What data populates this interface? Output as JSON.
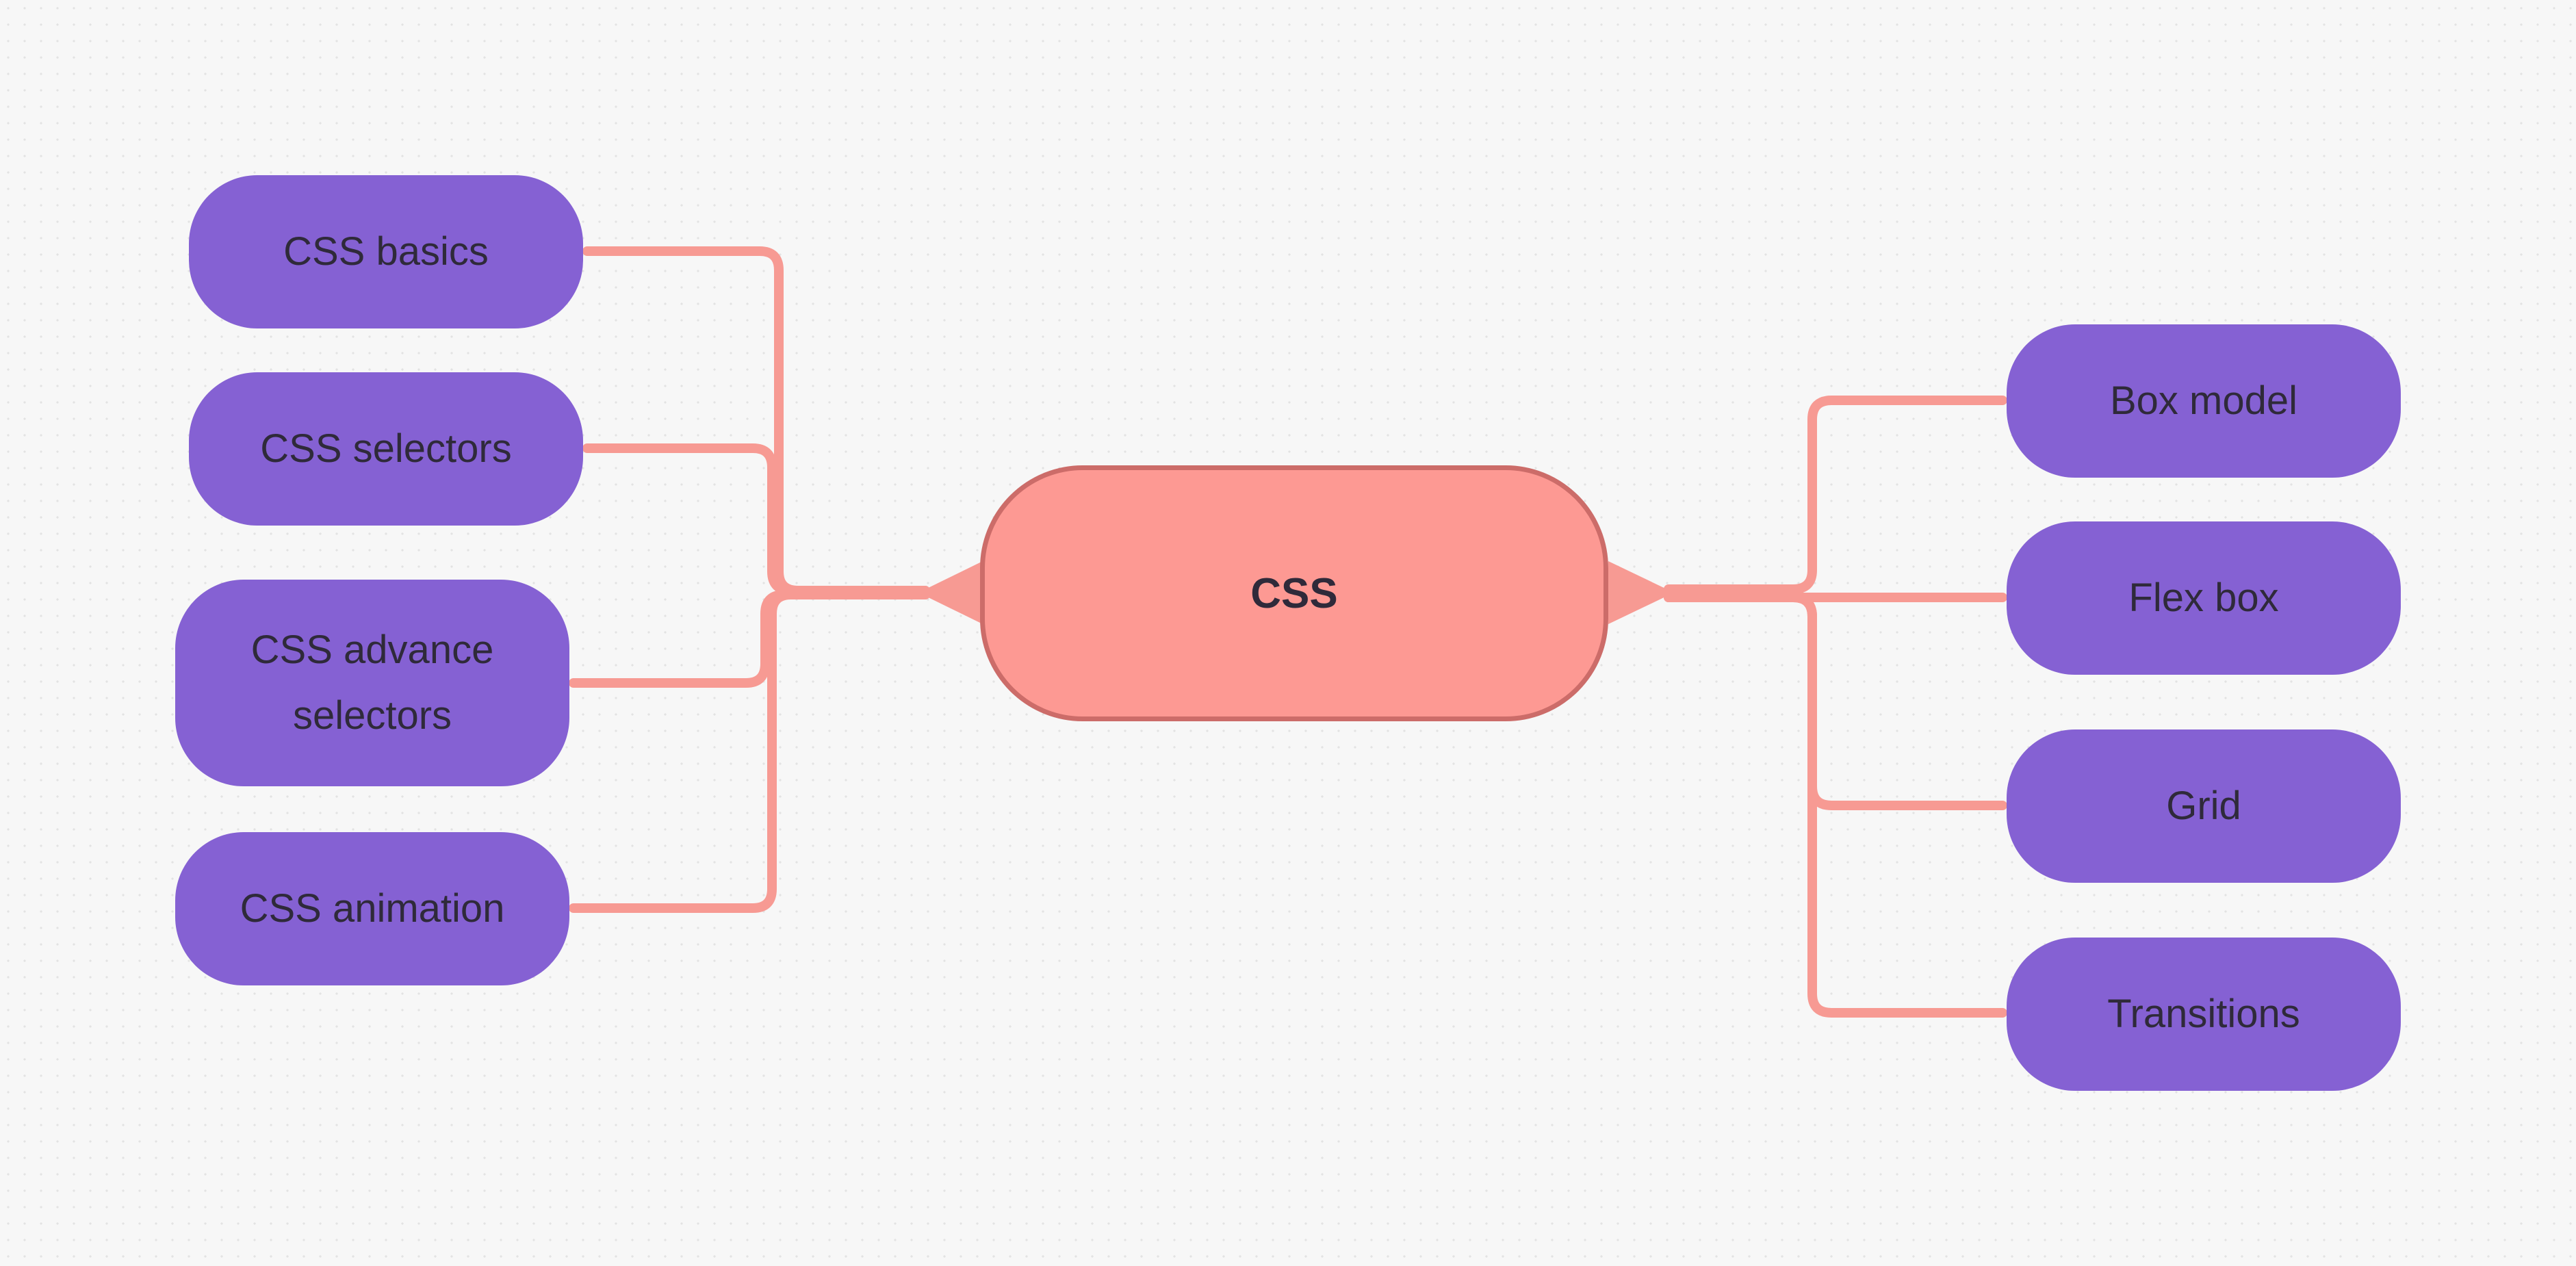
{
  "mindmap": {
    "central": {
      "label": "CSS"
    },
    "left_topics": [
      {
        "label": "CSS basics"
      },
      {
        "label": "CSS selectors"
      },
      {
        "label": "CSS advance selectors"
      },
      {
        "label": "CSS animation"
      }
    ],
    "right_topics": [
      {
        "label": "Box model"
      },
      {
        "label": "Flex box"
      },
      {
        "label": "Grid"
      },
      {
        "label": "Transitions"
      }
    ]
  },
  "colors": {
    "topic_fill": "#8561d3",
    "central_fill": "#fd9993",
    "central_border": "#cc6c69",
    "connector": "#f79a93",
    "text": "#2f2a3a",
    "canvas": "#f7f7f7"
  }
}
